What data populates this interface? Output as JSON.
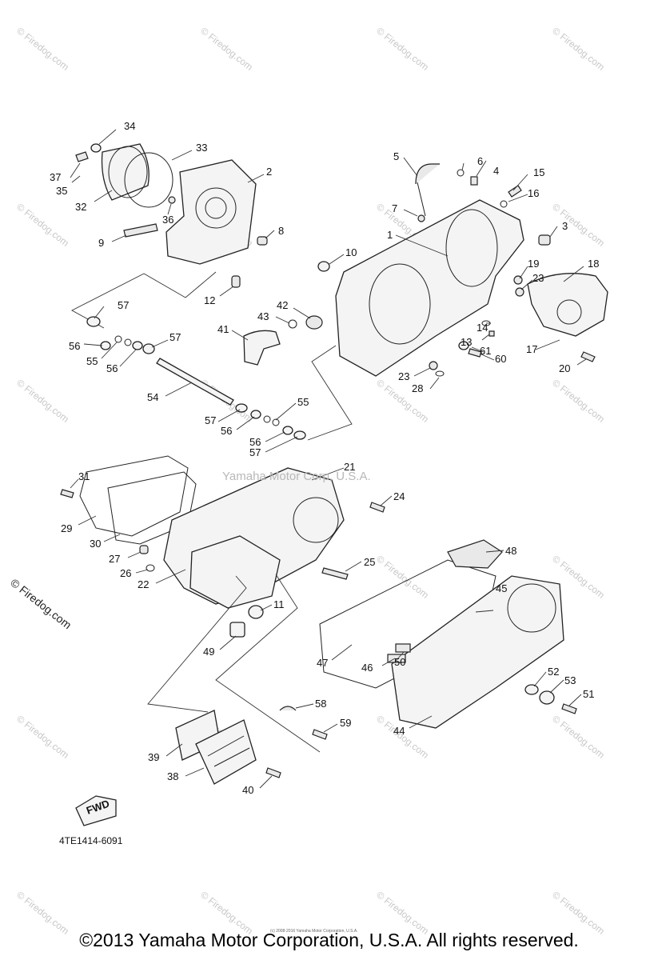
{
  "diagram": {
    "callouts": [
      {
        "id": "c1",
        "text": "1"
      },
      {
        "id": "c2",
        "text": "2"
      },
      {
        "id": "c3",
        "text": "3"
      },
      {
        "id": "c4",
        "text": "4"
      },
      {
        "id": "c5",
        "text": "5"
      },
      {
        "id": "c6",
        "text": "6"
      },
      {
        "id": "c7",
        "text": "7"
      },
      {
        "id": "c8",
        "text": "8"
      },
      {
        "id": "c9",
        "text": "9"
      },
      {
        "id": "c10",
        "text": "10"
      },
      {
        "id": "c11",
        "text": "11"
      },
      {
        "id": "c12",
        "text": "12"
      },
      {
        "id": "c13",
        "text": "13"
      },
      {
        "id": "c14",
        "text": "14"
      },
      {
        "id": "c15",
        "text": "15"
      },
      {
        "id": "c16",
        "text": "16"
      },
      {
        "id": "c17",
        "text": "17"
      },
      {
        "id": "c18",
        "text": "18"
      },
      {
        "id": "c19",
        "text": "19"
      },
      {
        "id": "c20",
        "text": "20"
      },
      {
        "id": "c21",
        "text": "21"
      },
      {
        "id": "c22",
        "text": "22"
      },
      {
        "id": "c23a",
        "text": "23"
      },
      {
        "id": "c23b",
        "text": "23"
      },
      {
        "id": "c24",
        "text": "24"
      },
      {
        "id": "c25",
        "text": "25"
      },
      {
        "id": "c26",
        "text": "26"
      },
      {
        "id": "c27",
        "text": "27"
      },
      {
        "id": "c28",
        "text": "28"
      },
      {
        "id": "c29",
        "text": "29"
      },
      {
        "id": "c30",
        "text": "30"
      },
      {
        "id": "c31",
        "text": "31"
      },
      {
        "id": "c32",
        "text": "32"
      },
      {
        "id": "c33",
        "text": "33"
      },
      {
        "id": "c34",
        "text": "34"
      },
      {
        "id": "c35",
        "text": "35"
      },
      {
        "id": "c36",
        "text": "36"
      },
      {
        "id": "c37",
        "text": "37"
      },
      {
        "id": "c38",
        "text": "38"
      },
      {
        "id": "c39",
        "text": "39"
      },
      {
        "id": "c40",
        "text": "40"
      },
      {
        "id": "c41",
        "text": "41"
      },
      {
        "id": "c42",
        "text": "42"
      },
      {
        "id": "c43",
        "text": "43"
      },
      {
        "id": "c44",
        "text": "44"
      },
      {
        "id": "c45",
        "text": "45"
      },
      {
        "id": "c46",
        "text": "46"
      },
      {
        "id": "c47",
        "text": "47"
      },
      {
        "id": "c48",
        "text": "48"
      },
      {
        "id": "c49",
        "text": "49"
      },
      {
        "id": "c50",
        "text": "50"
      },
      {
        "id": "c51",
        "text": "51"
      },
      {
        "id": "c52",
        "text": "52"
      },
      {
        "id": "c53",
        "text": "53"
      },
      {
        "id": "c54",
        "text": "54"
      },
      {
        "id": "c55a",
        "text": "55"
      },
      {
        "id": "c55b",
        "text": "55"
      },
      {
        "id": "c56a",
        "text": "56"
      },
      {
        "id": "c56b",
        "text": "56"
      },
      {
        "id": "c56c",
        "text": "56"
      },
      {
        "id": "c56d",
        "text": "56"
      },
      {
        "id": "c57a",
        "text": "57"
      },
      {
        "id": "c57b",
        "text": "57"
      },
      {
        "id": "c57c",
        "text": "57"
      },
      {
        "id": "c57d",
        "text": "57"
      },
      {
        "id": "c58",
        "text": "58"
      },
      {
        "id": "c59",
        "text": "59"
      },
      {
        "id": "c60",
        "text": "60"
      },
      {
        "id": "c61",
        "text": "61"
      }
    ]
  },
  "fwd_label": "FWD",
  "catalog_code": "4TE1414-6091",
  "watermark_mid": "Yamaha Motor Corp, U.S.A.",
  "watermark_side": "© Firedog.com",
  "watermark_tile": "© Firedog.com",
  "tiny_note": "(c) 2008-2016 Yamaha Motor Corporation, U.S.A.",
  "copyright": "©2013 Yamaha Motor Corporation, U.S.A. All rights reserved."
}
